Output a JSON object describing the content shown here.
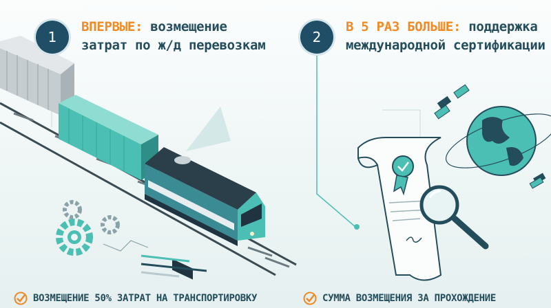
{
  "item1": {
    "number": "1",
    "accent": "ВПЕРВЫЕ:",
    "line1_rest": " возмещение",
    "line2": "затрат по ж/д перевозкам",
    "footer": "ВОЗМЕЩЕНИЕ 50% ЗАТРАТ НА ТРАНСПОРТИРОВКУ"
  },
  "item2": {
    "number": "2",
    "accent": "В 5 РАЗ БОЛЬШЕ:",
    "line1_rest": " поддержка",
    "line2": "международной сертификации",
    "footer": "СУММА ВОЗМЕЩЕНИЯ ЗА ПРОХОЖДЕНИЕ"
  },
  "colors": {
    "accent": "#f08a24",
    "navy": "#1f4e66",
    "teal": "#4bbfb3"
  },
  "icons": [
    "train-icon",
    "gears-icon",
    "certificate-icon",
    "magnifier-icon",
    "globe-icon",
    "satellite-icon",
    "check-icon"
  ]
}
